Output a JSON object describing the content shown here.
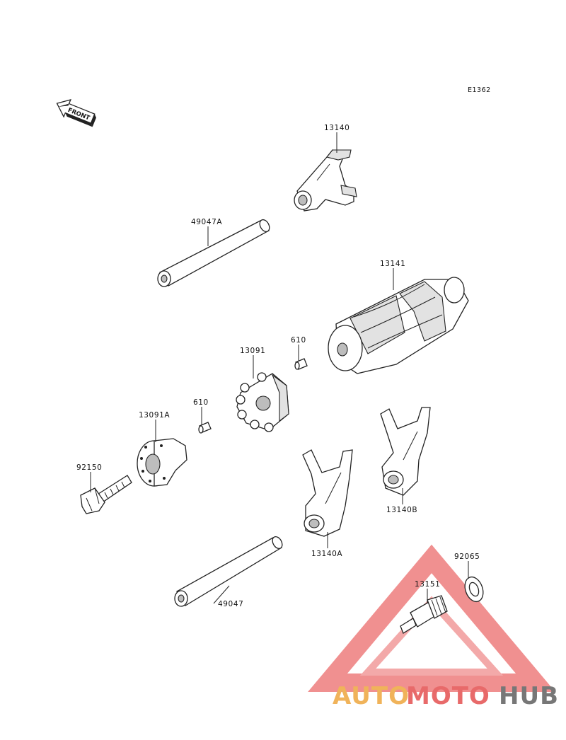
{
  "diagram_code": "E1362",
  "front_marker": "FRONT",
  "parts": [
    {
      "id": "fork-top",
      "number": "13140"
    },
    {
      "id": "rod-upper",
      "number": "49047A"
    },
    {
      "id": "drum",
      "number": "13141"
    },
    {
      "id": "pin-right",
      "number": "610"
    },
    {
      "id": "pin-holder",
      "number": "13091"
    },
    {
      "id": "pin-left",
      "number": "610"
    },
    {
      "id": "holder-plate",
      "number": "13091A"
    },
    {
      "id": "bolt",
      "number": "92150"
    },
    {
      "id": "fork-right",
      "number": "13140B"
    },
    {
      "id": "fork-mid",
      "number": "13140A"
    },
    {
      "id": "rod-lower",
      "number": "49047"
    },
    {
      "id": "washer",
      "number": "92065"
    },
    {
      "id": "neutral-switch",
      "number": "13151"
    }
  ],
  "watermark": {
    "part1": "AUTO",
    "part2": "MOTO",
    "part3": "HUB",
    "color1": "#f0b35a",
    "color2": "#e86a6a",
    "color3": "#777777"
  }
}
